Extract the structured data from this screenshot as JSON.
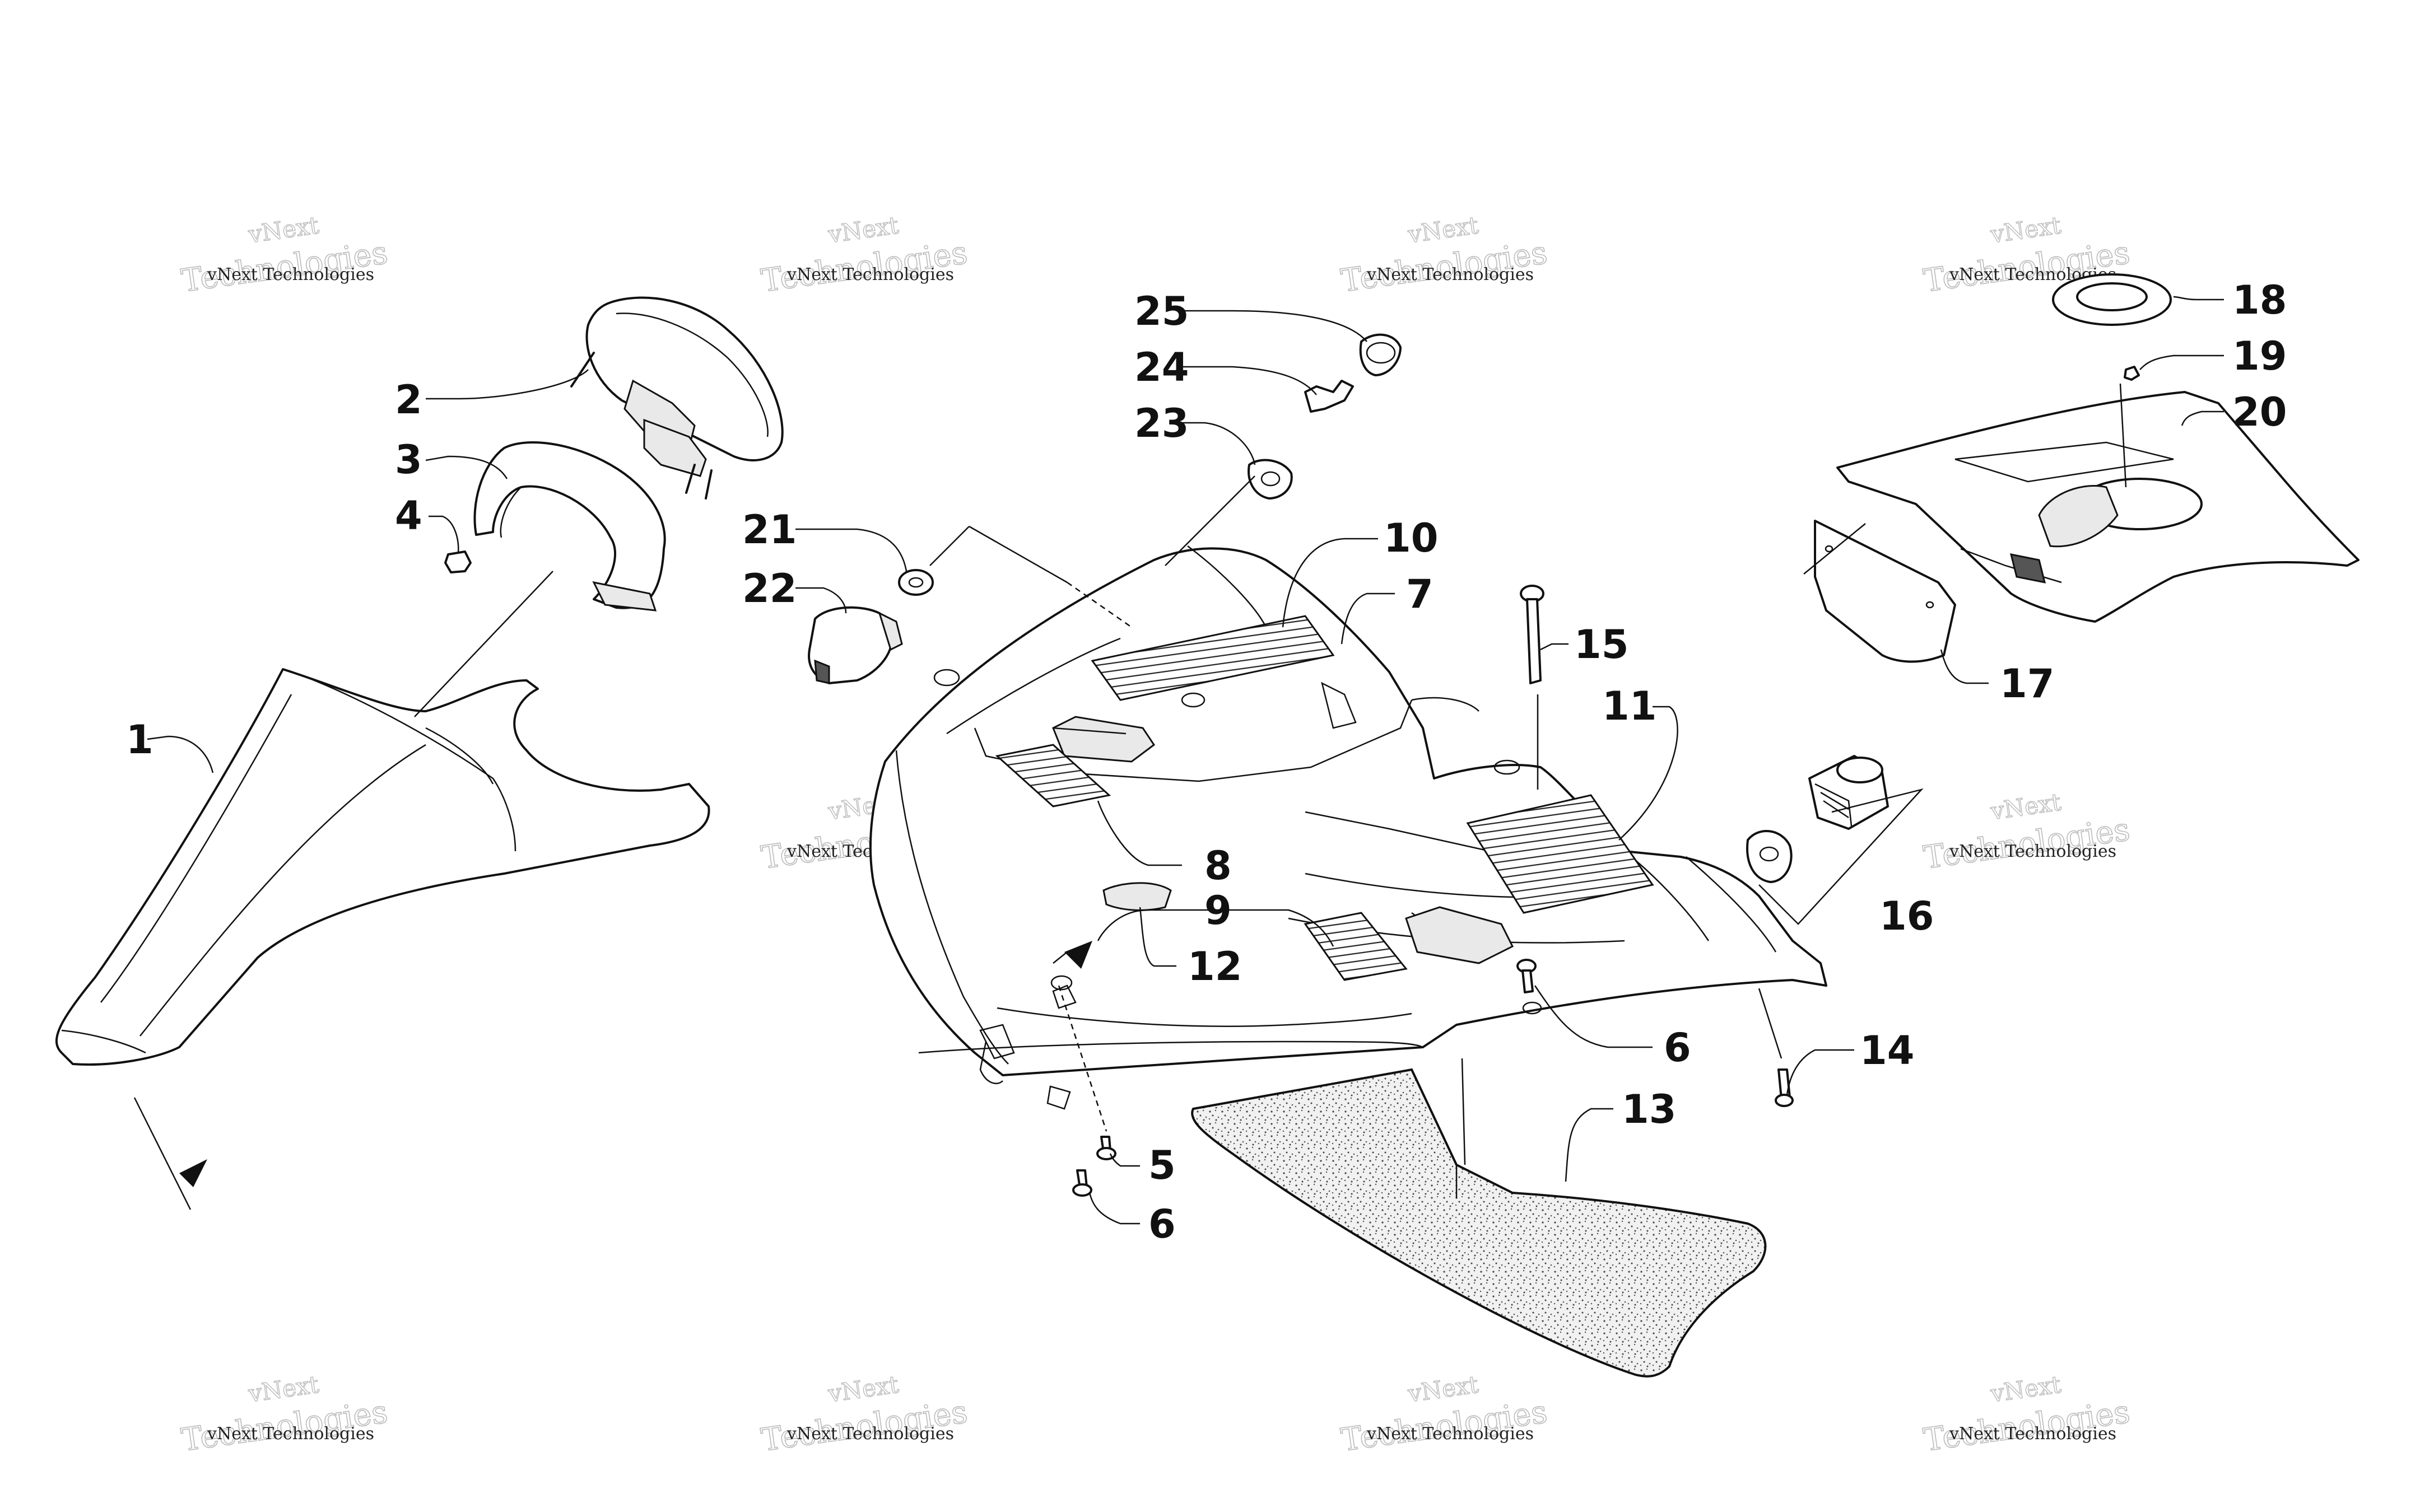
{
  "watermark": {
    "line1": "vNext",
    "line2": "Technologies",
    "small": "vNext Technologies"
  },
  "callouts": [
    {
      "id": "1",
      "label": "1"
    },
    {
      "id": "2",
      "label": "2"
    },
    {
      "id": "3",
      "label": "3"
    },
    {
      "id": "4",
      "label": "4"
    },
    {
      "id": "5",
      "label": "5"
    },
    {
      "id": "6a",
      "label": "6"
    },
    {
      "id": "6b",
      "label": "6"
    },
    {
      "id": "7",
      "label": "7"
    },
    {
      "id": "8",
      "label": "8"
    },
    {
      "id": "9",
      "label": "9"
    },
    {
      "id": "10",
      "label": "10"
    },
    {
      "id": "11",
      "label": "11"
    },
    {
      "id": "12",
      "label": "12"
    },
    {
      "id": "13",
      "label": "13"
    },
    {
      "id": "14",
      "label": "14"
    },
    {
      "id": "15",
      "label": "15"
    },
    {
      "id": "16",
      "label": "16"
    },
    {
      "id": "17",
      "label": "17"
    },
    {
      "id": "18",
      "label": "18"
    },
    {
      "id": "19",
      "label": "19"
    },
    {
      "id": "20",
      "label": "20"
    },
    {
      "id": "21",
      "label": "21"
    },
    {
      "id": "22",
      "label": "22"
    },
    {
      "id": "23",
      "label": "23"
    },
    {
      "id": "24",
      "label": "24"
    },
    {
      "id": "25",
      "label": "25"
    }
  ]
}
